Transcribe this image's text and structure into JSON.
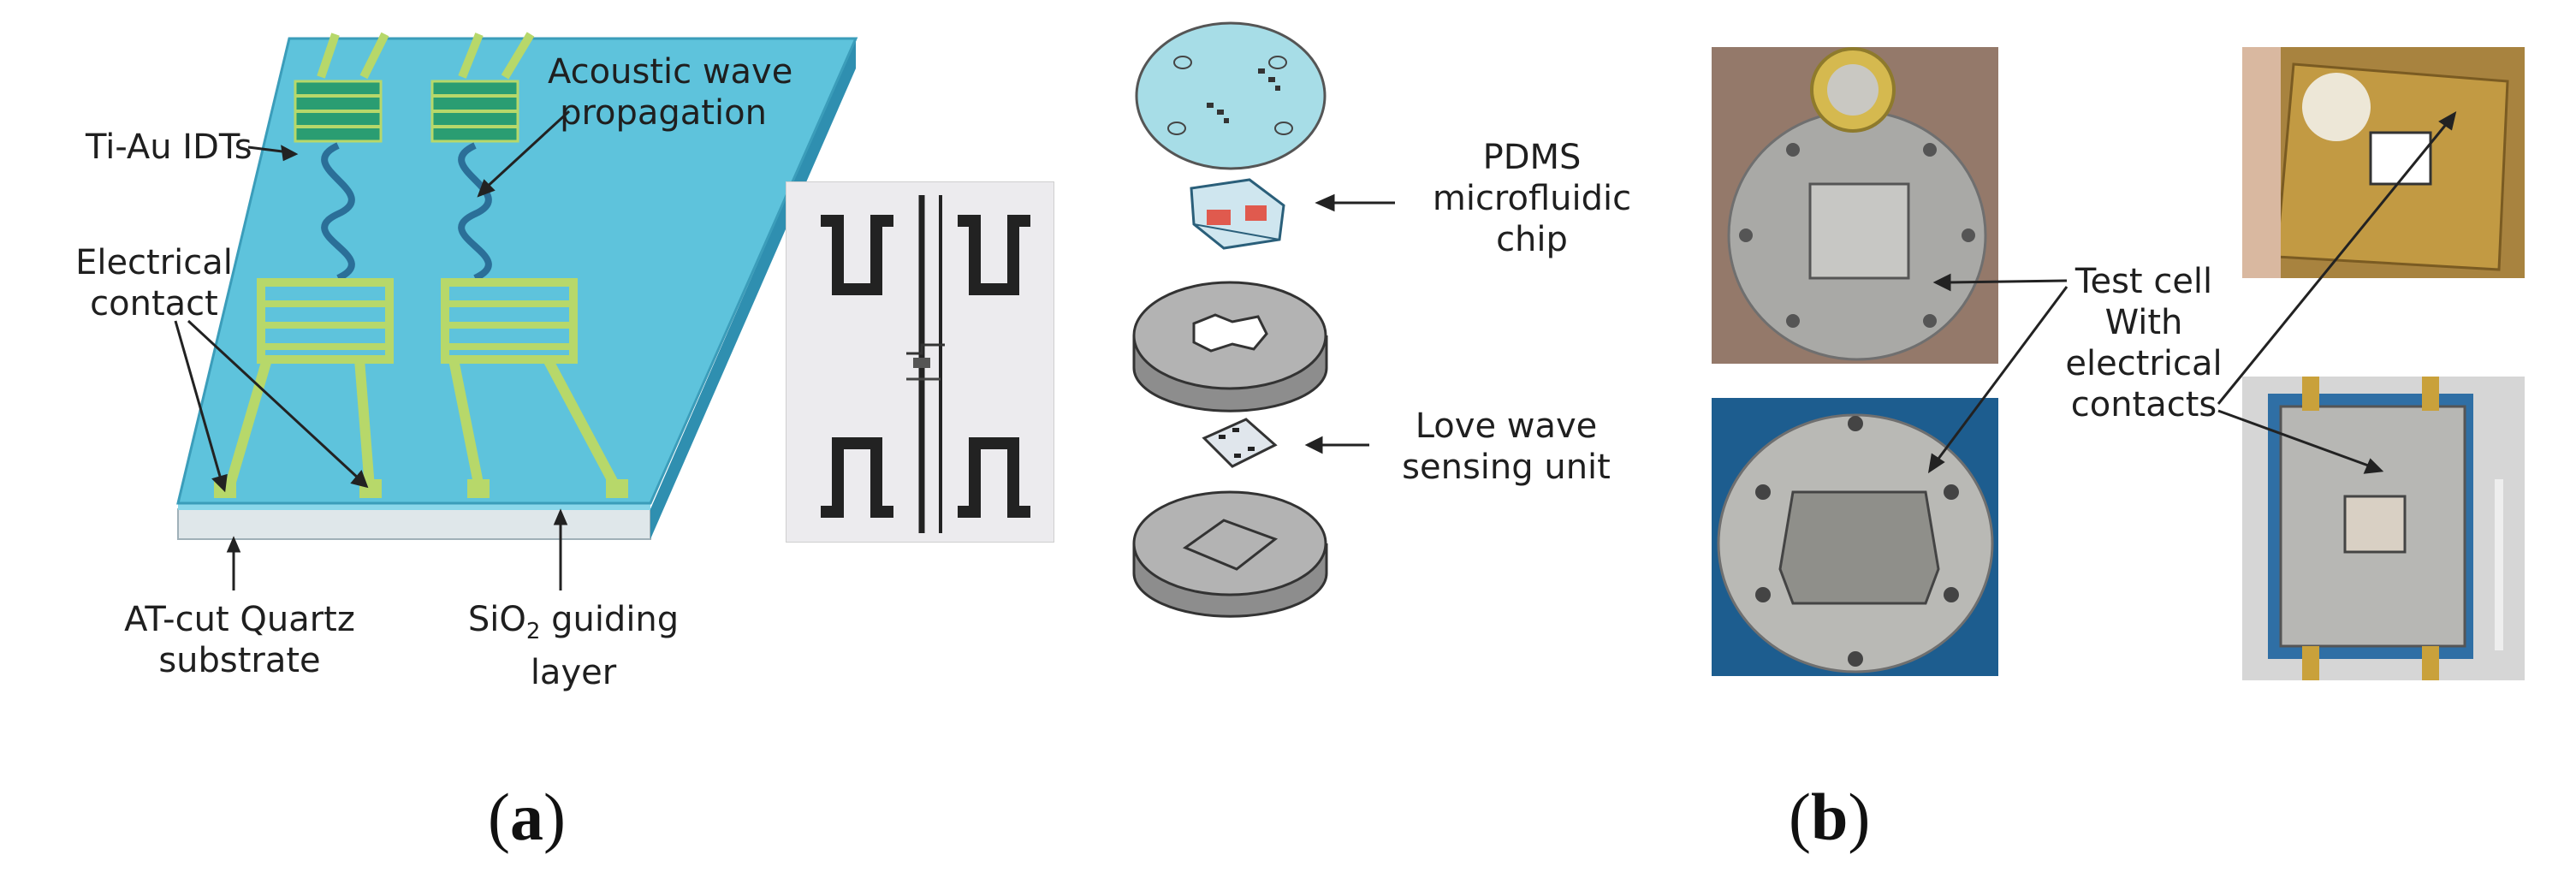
{
  "panel_a": {
    "letter": "a",
    "labels": {
      "ti_au_idts": "Ti-Au IDTs",
      "acoustic_wave_l1": "Acoustic wave",
      "acoustic_wave_l2": "propagation",
      "electrical_l1": "Electrical",
      "electrical_l2": "contact",
      "quartz_l1": "AT-cut Quartz",
      "quartz_l2": "substrate",
      "sio2_l1_pre": "SiO",
      "sio2_sub": "2",
      "sio2_l1_post": " guiding",
      "sio2_l2": "layer"
    },
    "colors": {
      "substrate_top": "#5ec3dc",
      "substrate_side": "#2f8fb0",
      "electrode": "#b7d86a"
    }
  },
  "panel_b": {
    "letter": "b",
    "labels": {
      "pdms_l1": "PDMS",
      "pdms_l2": "microfluidic",
      "pdms_l3": "chip",
      "love_l1": "Love wave",
      "love_l2": "sensing unit",
      "test_l1": "Test cell",
      "test_l2": "With",
      "test_l3": "electrical",
      "test_l4": "contacts"
    }
  },
  "parens": {
    "open": "(",
    "close": ")"
  }
}
